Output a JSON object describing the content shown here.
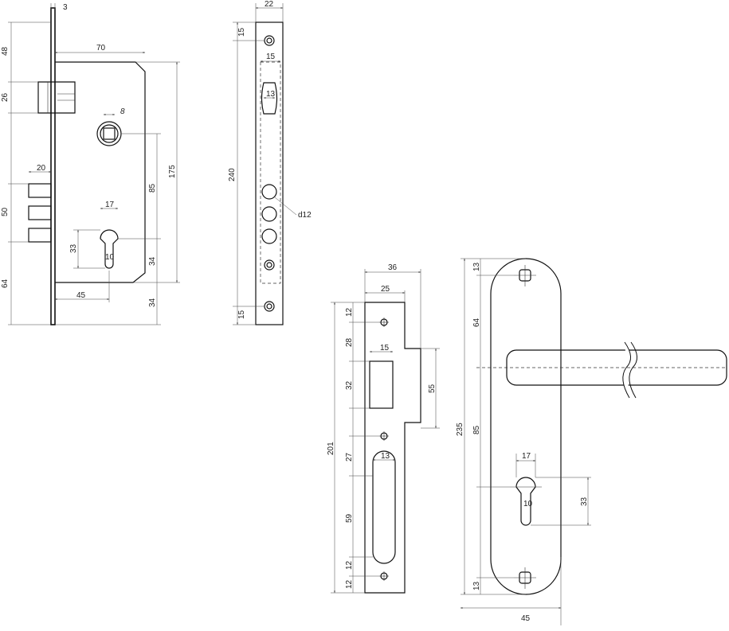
{
  "lock_body": {
    "faceplate_thickness": "3",
    "width": "70",
    "offset_top": "48",
    "latch_height": "26",
    "spindle_square": "8",
    "bolt_throw": "20",
    "bolt_block": "50",
    "cylinder_width": "17",
    "cylinder_height": "33",
    "cylinder_bottom": "10",
    "backset": "45",
    "total_height": "175",
    "center_distance": "85",
    "lower_offset_a": "34",
    "lower_offset_b": "34",
    "bottom_offset": "64"
  },
  "faceplate": {
    "width": "22",
    "hole_offset_top": "15",
    "slot_width": "15",
    "latch_slot": "13",
    "length": "240",
    "bolt_hole_dia": "d12",
    "hole_offset_bottom": "15"
  },
  "strike_plate": {
    "total_width": "36",
    "plate_width": "25",
    "hole_top": "12",
    "to_latch": "28",
    "latch_slot_width": "15",
    "latch_slot_height": "32",
    "lip_height": "55",
    "total_height": "201",
    "to_bolt_slot": "27",
    "bolt_slot_width": "13",
    "bolt_slot_height": "59",
    "hole_spacing_a": "12",
    "hole_spacing_b": "12"
  },
  "handle": {
    "screw_offset_top": "13",
    "to_lever": "64",
    "total_height": "235",
    "lever_to_cylinder": "85",
    "cylinder_width": "17",
    "cylinder_bottom": "10",
    "cylinder_height": "33",
    "screw_offset_bottom": "13",
    "plate_width": "45"
  }
}
